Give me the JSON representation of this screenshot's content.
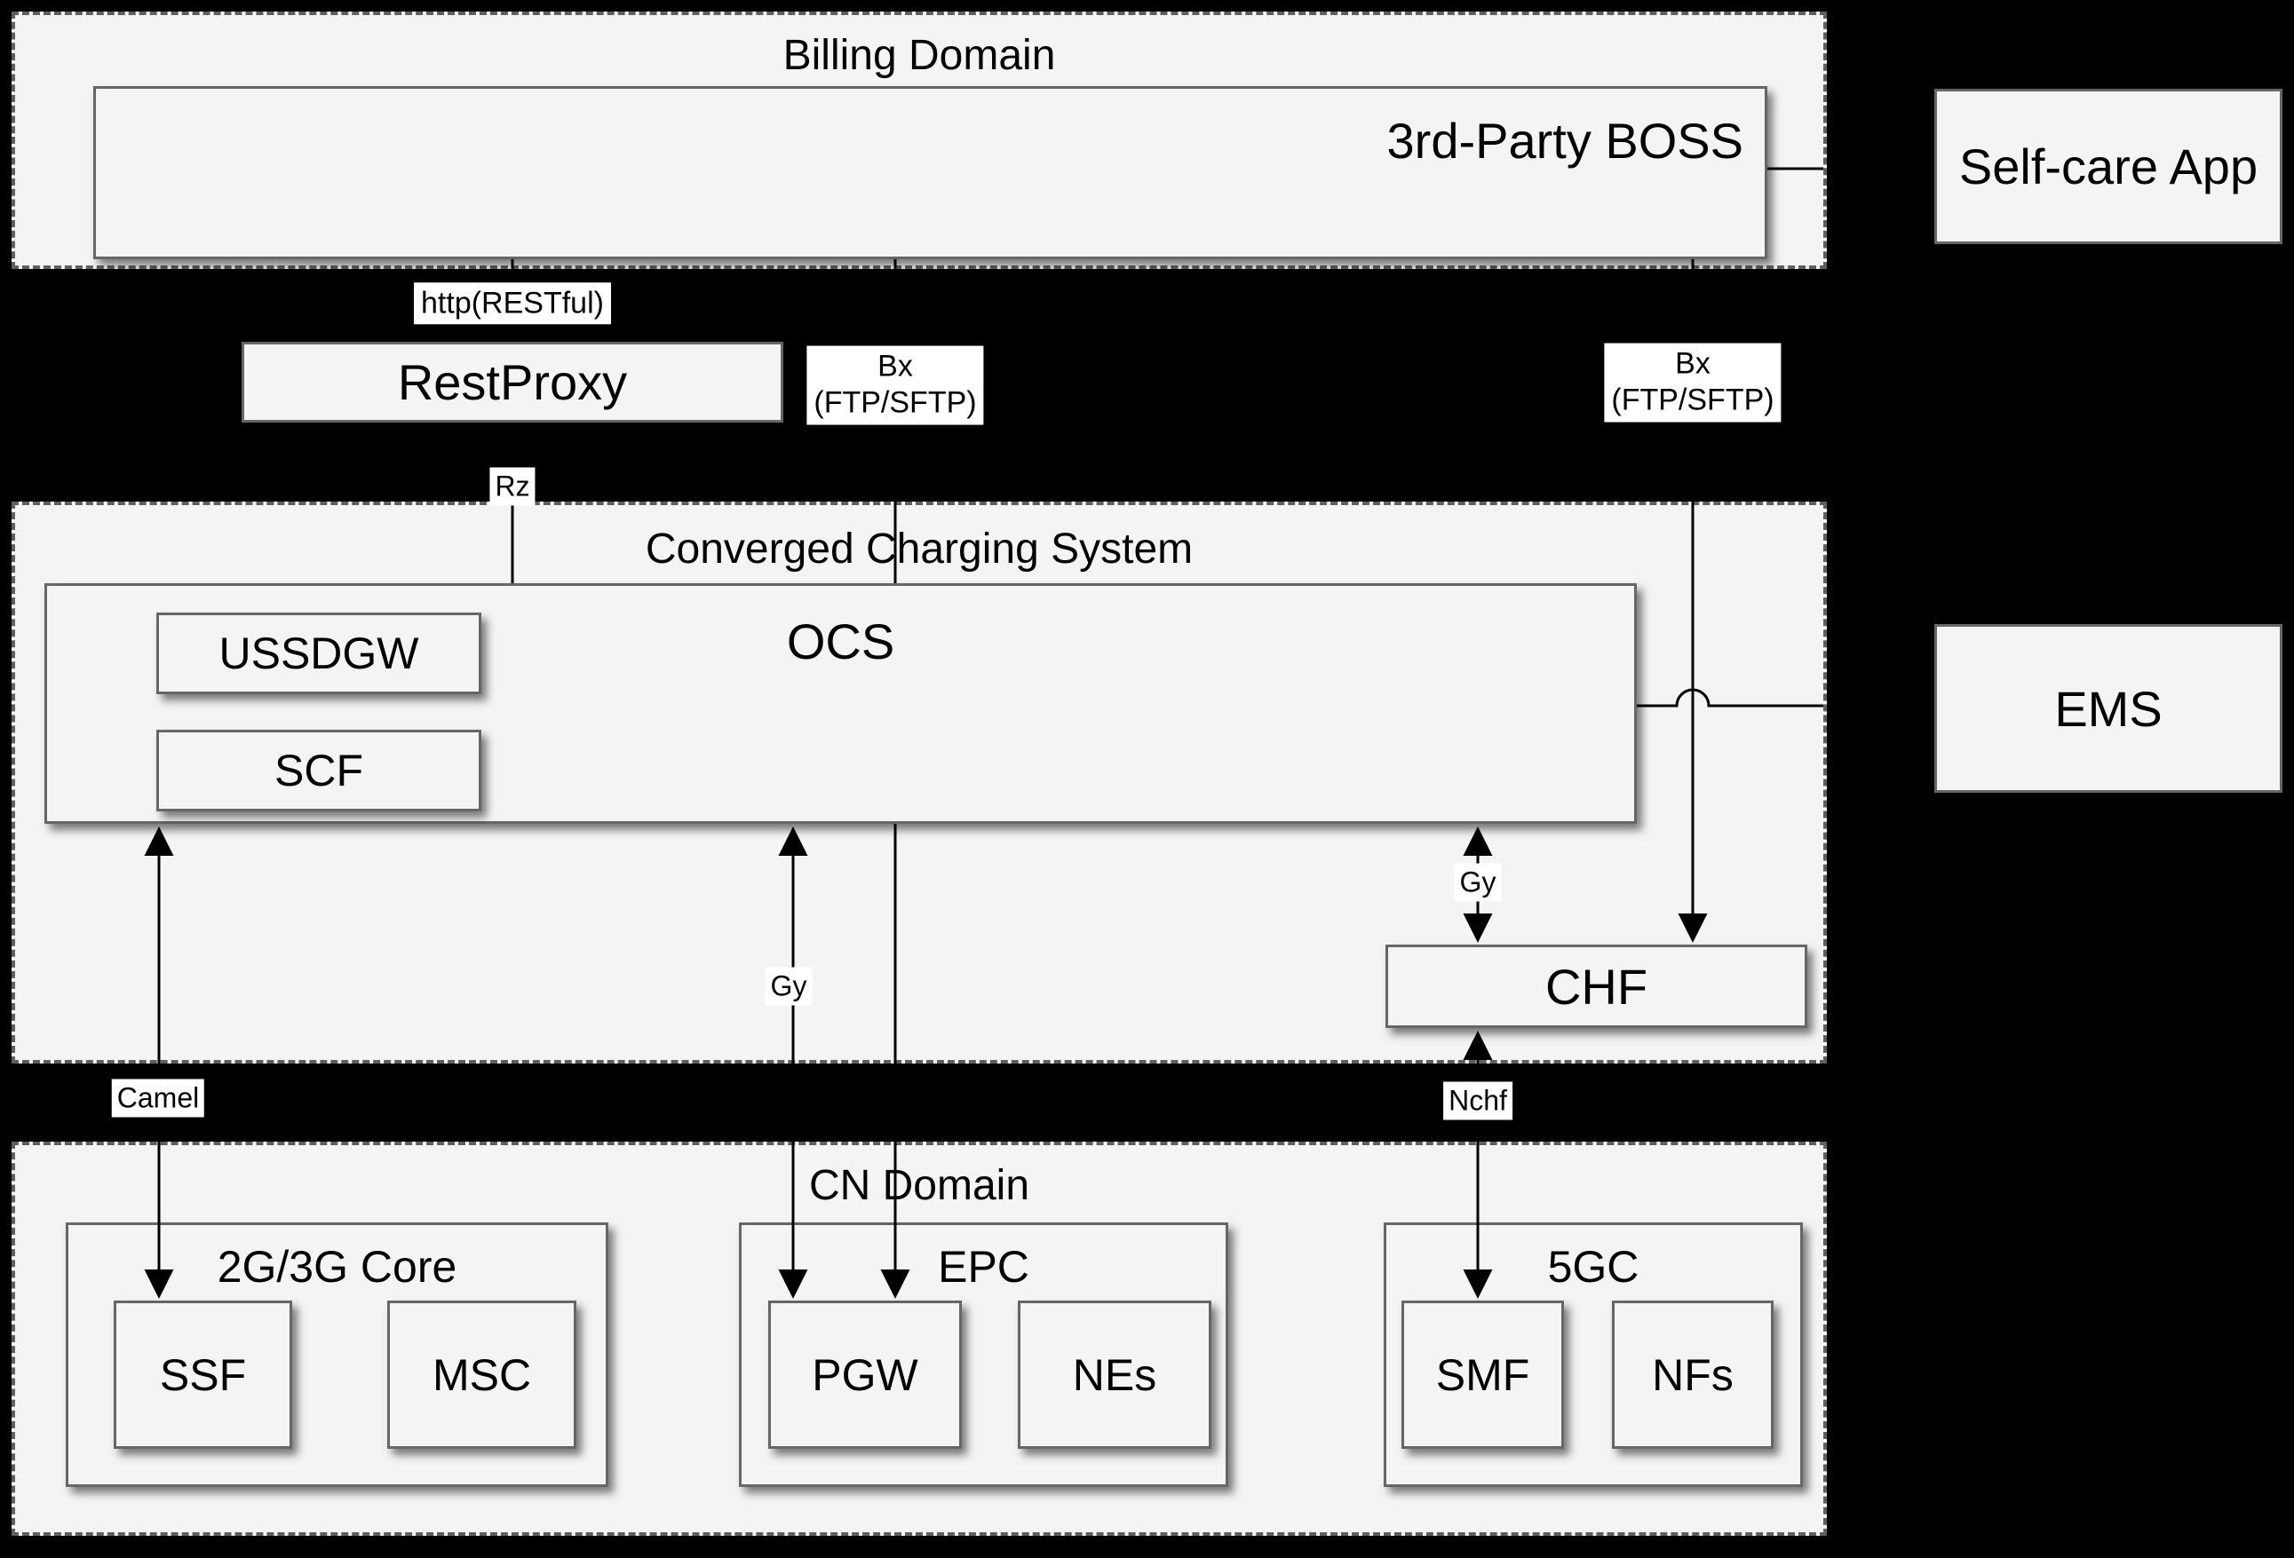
{
  "domains": {
    "billing": {
      "title": "Billing Domain"
    },
    "converged": {
      "title": "Converged Charging System"
    },
    "cn": {
      "title": "CN Domain"
    }
  },
  "nodes": {
    "boss": "3rd-Party BOSS",
    "selfcare": "Self-care App",
    "restproxy": "RestProxy",
    "ocs": "OCS",
    "ussdgw": "USSDGW",
    "scf": "SCF",
    "chf": "CHF",
    "ems": "EMS",
    "ssf": "SSF",
    "msc": "MSC",
    "pgw": "PGW",
    "nes": "NEs",
    "smf": "SMF",
    "nfs": "NFs"
  },
  "groups": {
    "core": {
      "title": "2G/3G Core"
    },
    "epc": {
      "title": "EPC"
    },
    "fgc": {
      "title": "5GC"
    }
  },
  "edge_labels": {
    "http": "http(RESTful)",
    "bx_left": {
      "line1": "Bx",
      "line2": "(FTP/SFTP)"
    },
    "bx_right": {
      "line1": "Bx",
      "line2": "(FTP/SFTP)"
    },
    "rz": "Rz",
    "gy_mid": "Gy",
    "gy_right": "Gy",
    "camel": "Camel",
    "nchf": "Nchf"
  },
  "colors": {
    "background": "#000000",
    "node_fill": "#f4f4f4",
    "border": "#666666",
    "dashed_border": "#5f5f5f",
    "edge_line": "#000000",
    "label_bg": "#ffffff",
    "text": "#000000"
  }
}
